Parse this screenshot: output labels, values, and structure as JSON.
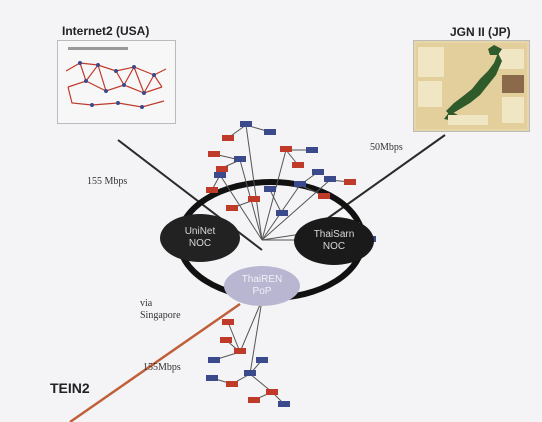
{
  "labels": {
    "internet2": "Internet2 (USA)",
    "jgn": "JGN II (JP)",
    "tein": "TEIN2",
    "bw_internet2": "155 Mbps",
    "bw_jgn": "50Mbps",
    "via_line1": "via",
    "via_line2": "Singapore",
    "bw_tein": "155Mbps"
  },
  "nodes": {
    "uninet": {
      "line1": "UniNet",
      "line2": "NOC"
    },
    "thaisarn": {
      "line1": "ThaiSarn",
      "line2": "NOC"
    },
    "thren": {
      "line1": "ThaiREN",
      "line2": "PoP"
    }
  },
  "colors": {
    "background": "#f4f4f6",
    "dark_link": "#2a2a2a",
    "tein_link": "#c0603a",
    "ring": "#111111",
    "node_dark": "#222222",
    "node_light": "#b8b6d0",
    "router_red": "#c03a2a",
    "router_blue": "#3a4a8a"
  }
}
